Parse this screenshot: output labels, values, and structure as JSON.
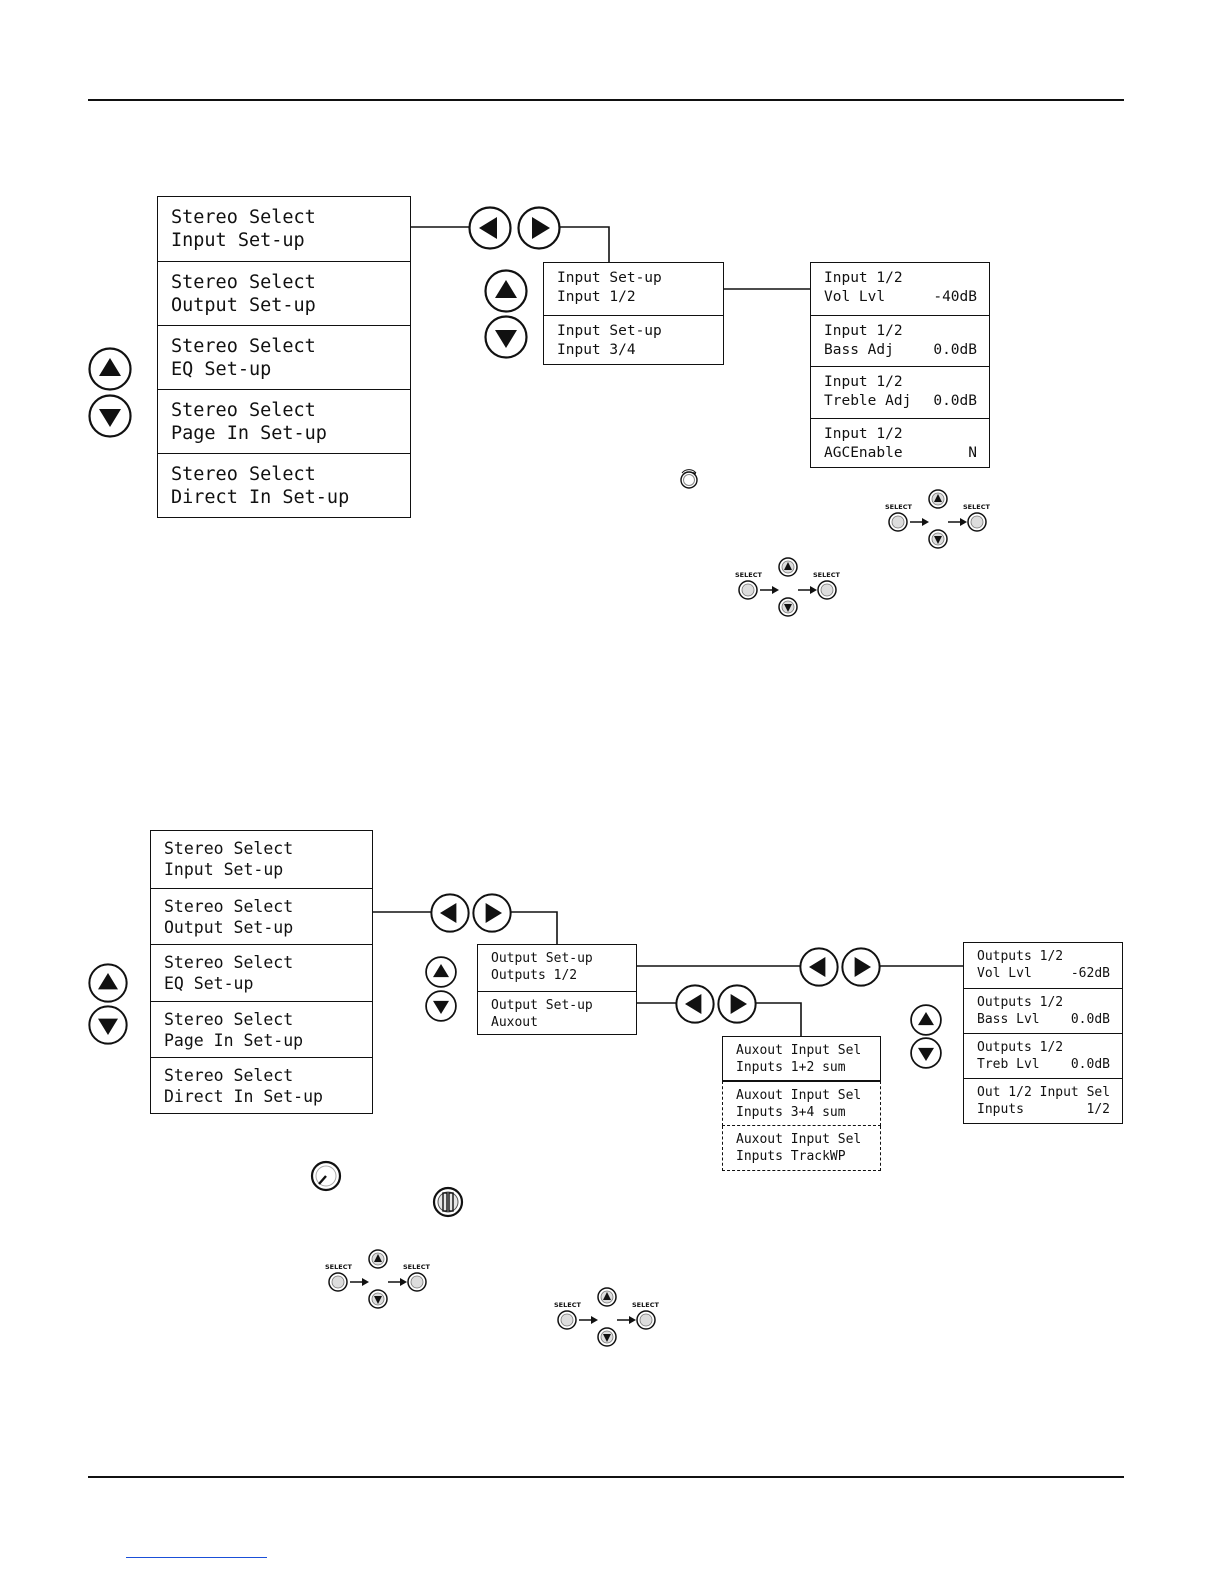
{
  "diagram1": {
    "main_menu": [
      {
        "line1": "Stereo Select",
        "line2": "Input Set-up"
      },
      {
        "line1": "Stereo Select",
        "line2": "Output Set-up"
      },
      {
        "line1": "Stereo Select",
        "line2": "EQ Set-up"
      },
      {
        "line1": "Stereo Select",
        "line2": "Page In Set-up"
      },
      {
        "line1": "Stereo Select",
        "line2": "Direct In Set-up"
      }
    ],
    "input_setup_menu": [
      {
        "line1": "Input Set-up",
        "line2": "Input 1/2"
      },
      {
        "line1": "Input Set-up",
        "line2": "Input 3/4"
      }
    ],
    "input_params_menu": [
      {
        "line1": "Input 1/2",
        "line2": "Vol Lvl",
        "value": "-40dB"
      },
      {
        "line1": "Input 1/2",
        "line2": "Bass Adj",
        "value": "0.0dB"
      },
      {
        "line1": "Input 1/2",
        "line2": "Treble Adj",
        "value": "0.0dB"
      },
      {
        "line1": "Input 1/2",
        "line2": "AGCEnable",
        "value": "N"
      }
    ]
  },
  "diagram2": {
    "main_menu": [
      {
        "line1": "Stereo Select",
        "line2": "Input Set-up"
      },
      {
        "line1": "Stereo Select",
        "line2": "Output Set-up"
      },
      {
        "line1": "Stereo Select",
        "line2": "EQ Set-up"
      },
      {
        "line1": "Stereo Select",
        "line2": "Page In Set-up"
      },
      {
        "line1": "Stereo Select",
        "line2": "Direct In Set-up"
      }
    ],
    "output_setup_menu": [
      {
        "line1": "Output Set-up",
        "line2": "Outputs 1/2"
      },
      {
        "line1": "Output Set-up",
        "line2": "Auxout"
      }
    ],
    "output_params_menu": [
      {
        "line1": "Outputs 1/2",
        "line2": "Vol Lvl",
        "value": "-62dB"
      },
      {
        "line1": "Outputs 1/2",
        "line2": "Bass Lvl",
        "value": "0.0dB"
      },
      {
        "line1": "Outputs 1/2",
        "line2": "Treb Lvl",
        "value": "0.0dB"
      },
      {
        "line1": "Out 1/2 Input Sel",
        "line2": "Inputs",
        "value": "1/2"
      }
    ],
    "auxout_menu": [
      {
        "line1": "Auxout Input Sel",
        "line2": "Inputs 1+2 sum"
      },
      {
        "line1": "Auxout Input Sel",
        "line2": "Inputs 3+4 sum"
      },
      {
        "line1": "Auxout Input Sel",
        "line2": "Inputs TrackWP"
      }
    ]
  },
  "select_button_label": "SELECT",
  "icons": [
    "up-arrow-icon",
    "down-arrow-icon",
    "left-arrow-icon",
    "right-arrow-icon",
    "rotary-knob-icon",
    "push-knob-icon",
    "select-sequence-icon"
  ]
}
